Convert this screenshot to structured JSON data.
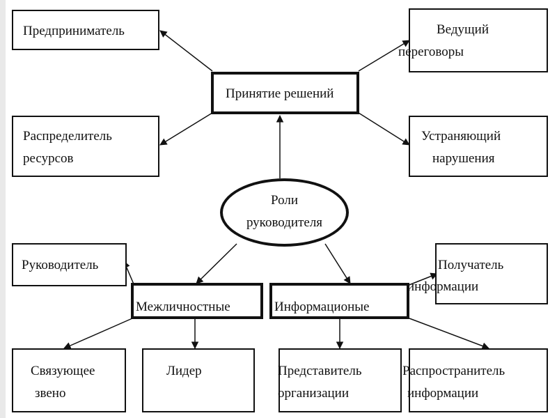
{
  "center": {
    "line1": "Роли",
    "line2": "руководителя"
  },
  "decisions": {
    "label": "Принятие решений"
  },
  "interpersonal": {
    "label": "Межличностные"
  },
  "informational": {
    "label": "Информационые"
  },
  "roles": {
    "entrepreneur": "Предприниматель",
    "negotiator_line1": "Ведущий",
    "negotiator_line2": "переговоры",
    "allocator_line1": "Распределитель",
    "allocator_line2": "ресурсов",
    "disturbance_line1": "Устраняющий",
    "disturbance_line2": "нарушения",
    "leader_head": "Руководитель",
    "receiver_line1": "Получатель",
    "receiver_line2": "информации",
    "liaison_line1": "Связующее",
    "liaison_line2": "звено",
    "leader": "Лидер",
    "representative_line1": "Представитель",
    "representative_line2": "организации",
    "disseminator_line1": "Распространитель",
    "disseminator_line2": "информации"
  }
}
